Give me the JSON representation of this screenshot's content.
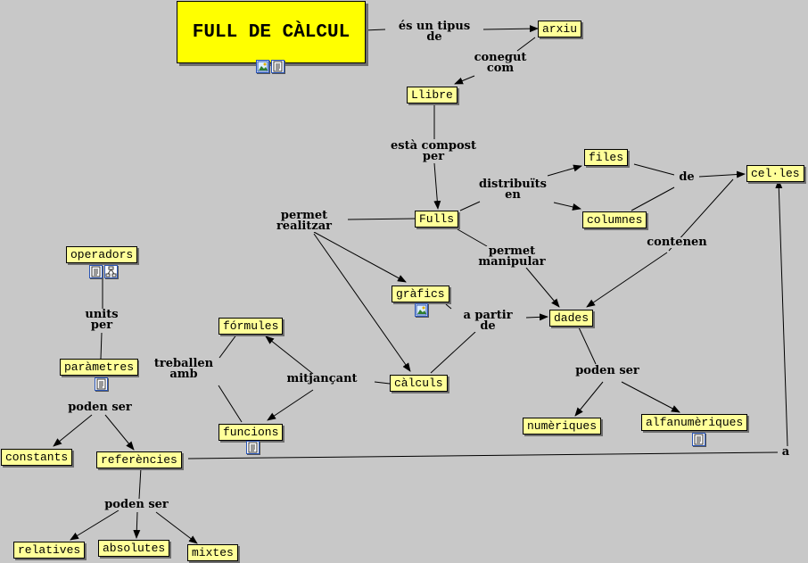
{
  "concepts": {
    "full_de_calcul": "FULL DE CÀLCUL",
    "arxiu": "arxiu",
    "llibre": "Llibre",
    "files": "files",
    "celles": "cel·les",
    "fulls": "Fulls",
    "columnes": "columnes",
    "operadors": "operadors",
    "grafics": "gràfics",
    "dades": "dades",
    "formules": "fórmules",
    "parametres": "paràmetres",
    "calculs": "càlculs",
    "funcions": "funcions",
    "numeriques": "numèriques",
    "alfanumeriques": "alfanumèriques",
    "constants": "constants",
    "referencies": "referències",
    "relatives": "relatives",
    "absolutes": "absolutes",
    "mixtes": "mixtes"
  },
  "phrases": {
    "es_un_tipus_de": "és un tipus\nde",
    "conegut_com": "conegut\ncom",
    "esta_compost_per": "està compost\nper",
    "distribuits_en": "distribuïts\nen",
    "de": "de",
    "permet_realitzar": "permet\nrealitzar",
    "contenen": "contenen",
    "permet_manipular": "permet\nmanipular",
    "units_per": "units\nper",
    "a_partir_de": "a partir\nde",
    "treballen_amb": "treballen\namb",
    "mitjancant": "mitjançant",
    "poden_ser_dades": "poden ser",
    "poden_ser_parametres": "poden ser",
    "a": "a",
    "poden_ser_referencies": "poden ser"
  },
  "resource_icons": {
    "full_de_calcul": [
      "image-icon",
      "document-icon"
    ],
    "operadors": [
      "document-icon",
      "concept-map-icon"
    ],
    "grafics": [
      "image-icon"
    ],
    "parametres": [
      "document-icon"
    ],
    "funcions": [
      "document-icon"
    ],
    "alfanumeriques": [
      "document-icon"
    ]
  },
  "colors": {
    "background": "#c8c8c8",
    "concept_fill": "#ffff99",
    "root_fill": "#ffff00",
    "line": "#000000"
  }
}
